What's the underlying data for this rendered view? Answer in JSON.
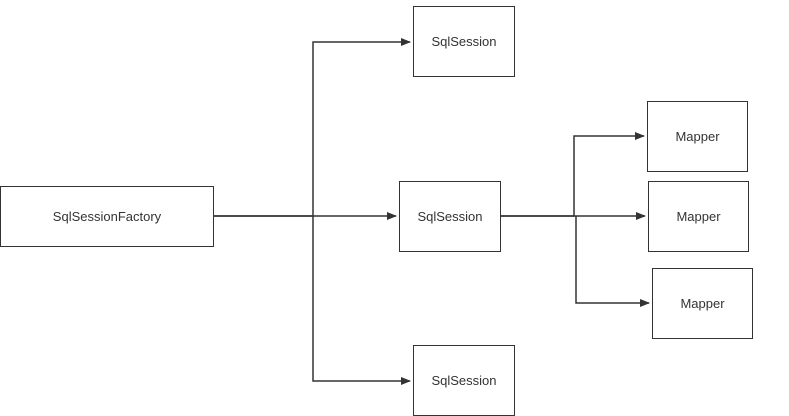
{
  "nodes": {
    "factory": "SqlSessionFactory",
    "sessions": [
      "SqlSession",
      "SqlSession",
      "SqlSession"
    ],
    "mappers": [
      "Mapper",
      "Mapper",
      "Mapper"
    ]
  },
  "colors": {
    "stroke": "#333333",
    "text": "#333333",
    "background": "#ffffff"
  }
}
